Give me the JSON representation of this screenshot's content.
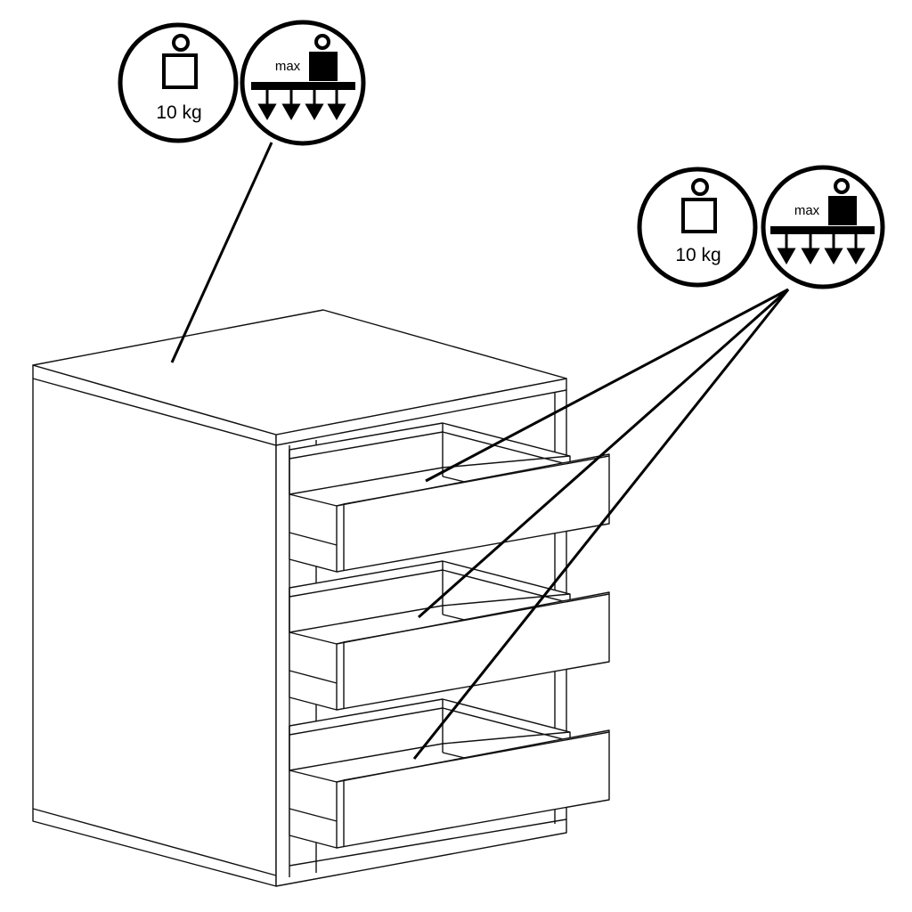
{
  "top_badge": {
    "weight_label": "10 kg",
    "max_label": "max"
  },
  "drawer_badge": {
    "weight_label": "10 kg",
    "max_label": "max"
  },
  "colors": {
    "ink": "#000000",
    "background": "#ffffff"
  }
}
